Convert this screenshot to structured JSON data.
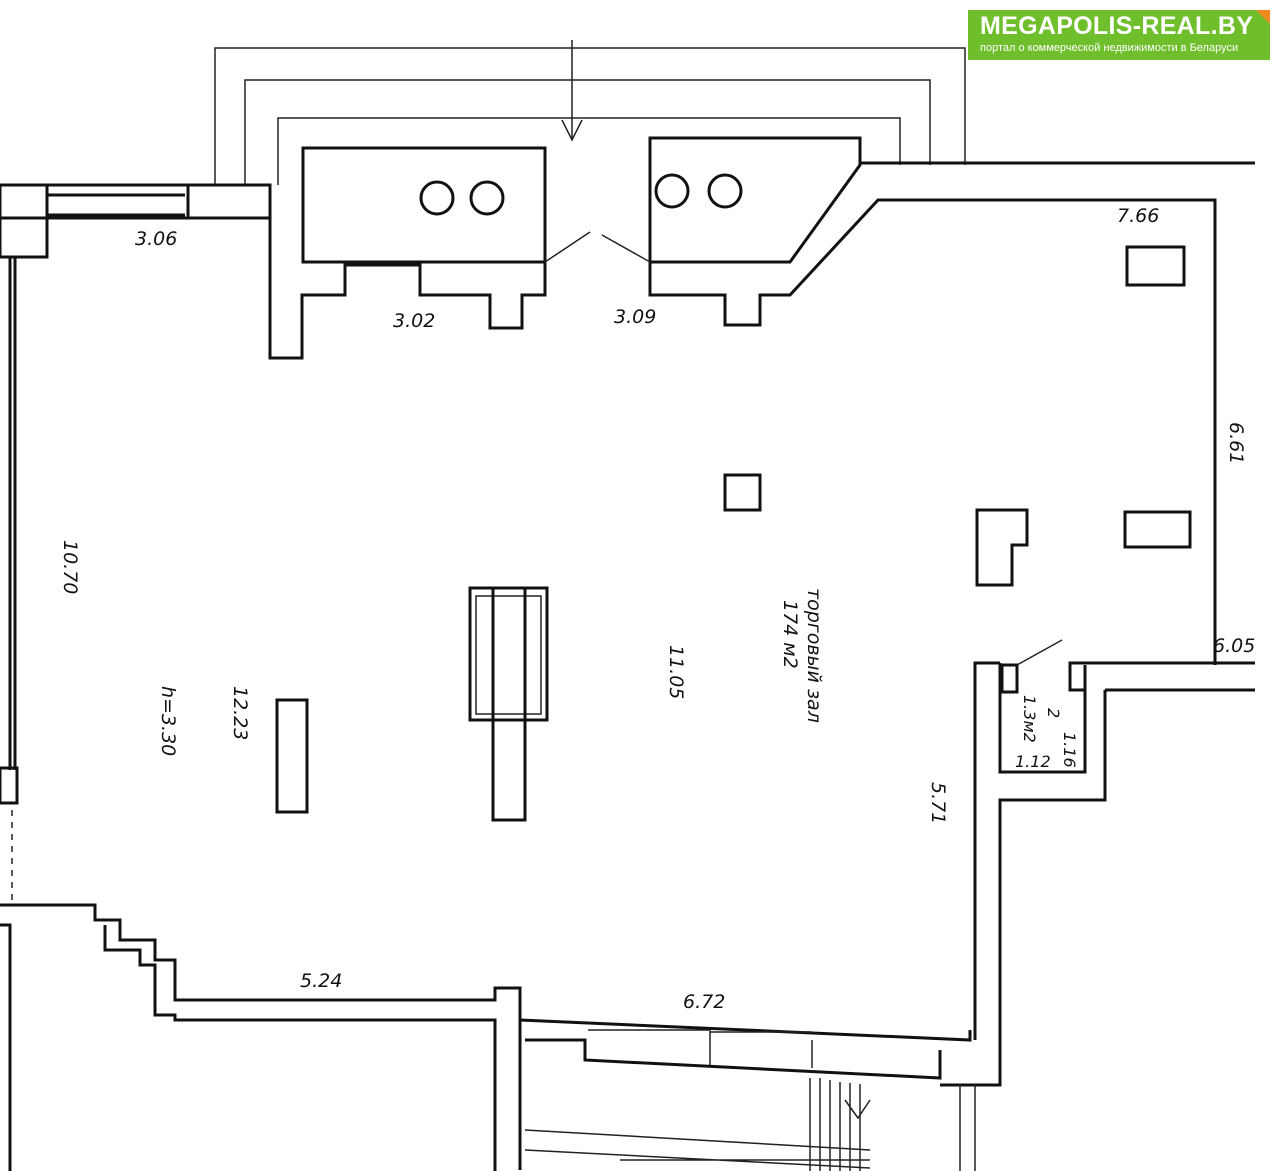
{
  "logo": {
    "title": "MEGAPOLIS-REAL.BY",
    "subtitle": "портал о коммерческой недвижимости в Беларуси",
    "brand_color": "#6fbe2c",
    "accent_color": "#f08a1c"
  },
  "plan": {
    "room_name": "торговый зал",
    "room_area": "174 м2",
    "height": "h=3.30",
    "small_room": {
      "number": "2",
      "area": "1.3м2",
      "width": "1.12",
      "depth": "1.16"
    },
    "dimensions": {
      "d1": "3.06",
      "d2": "3.02",
      "d3": "3.09",
      "d4": "7.66",
      "d5": "6.61",
      "d6": "6.05",
      "d7": "10.70",
      "d8": "12.23",
      "d9": "11.05",
      "d10": "5.71",
      "d11": "5.24",
      "d12": "6.72"
    }
  }
}
